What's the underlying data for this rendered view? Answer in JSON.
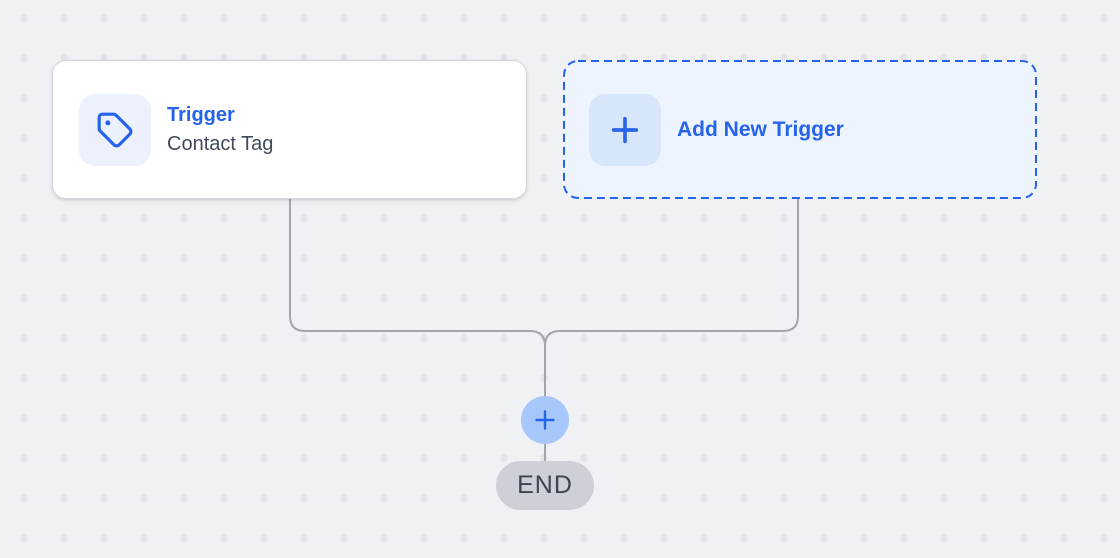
{
  "colors": {
    "canvas-bg": "#f0f1f4",
    "dot": "#e3e4e9",
    "accent": "#2563eb",
    "card-bg": "#ffffff",
    "card-border": "#d3d6dc",
    "icon-tile-bg": "#edf1fd",
    "add-card-bg": "#eef4fe",
    "plus-tile-bg": "#d8e6fc",
    "connector": "#a2a5ab",
    "merge-plus-bg": "#a7c6fa",
    "end-bg": "#cdd0d6",
    "end-text": "#3d4452",
    "subtitle-text": "#414a59"
  },
  "nodes": {
    "trigger": {
      "title": "Trigger",
      "subtitle": "Contact Tag",
      "icon": "tag-icon"
    },
    "add_trigger": {
      "label": "Add New Trigger",
      "icon": "plus-icon"
    },
    "merge_add": {
      "icon": "plus-icon"
    },
    "end": {
      "label": "END"
    }
  }
}
